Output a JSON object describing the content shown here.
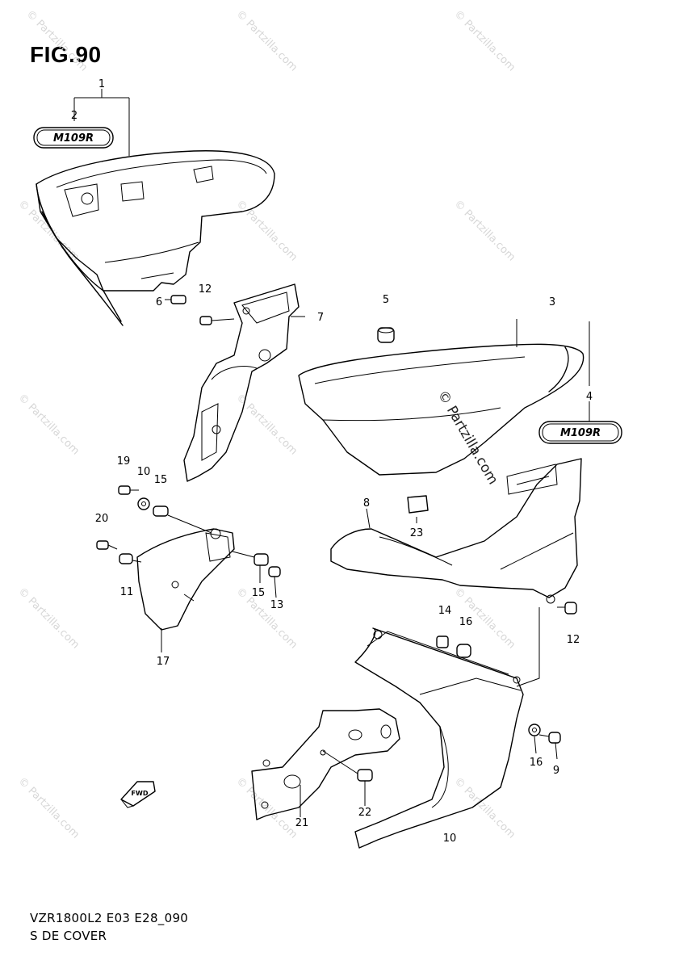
{
  "figure": {
    "title": "FIG.90",
    "footer_code": "VZR1800L2 E03 E28_090",
    "footer_name": "S DE COVER"
  },
  "badge_text": "M109R",
  "fwd_text": "FWD",
  "watermark": {
    "repeat_text": "© Partzilla.com",
    "center_text": "© Partzilla.com"
  },
  "callouts": [
    {
      "id": "c1",
      "text": "1"
    },
    {
      "id": "c2",
      "text": "2"
    },
    {
      "id": "c3",
      "text": "3"
    },
    {
      "id": "c4",
      "text": "4"
    },
    {
      "id": "c5",
      "text": "5"
    },
    {
      "id": "c6",
      "text": "6"
    },
    {
      "id": "c7",
      "text": "7"
    },
    {
      "id": "c8",
      "text": "8"
    },
    {
      "id": "c9",
      "text": "9"
    },
    {
      "id": "c10a",
      "text": "10"
    },
    {
      "id": "c10b",
      "text": "10"
    },
    {
      "id": "c11",
      "text": "11"
    },
    {
      "id": "c12a",
      "text": "12"
    },
    {
      "id": "c12b",
      "text": "12"
    },
    {
      "id": "c13",
      "text": "13"
    },
    {
      "id": "c14",
      "text": "14"
    },
    {
      "id": "c15a",
      "text": "15"
    },
    {
      "id": "c15b",
      "text": "15"
    },
    {
      "id": "c16a",
      "text": "16"
    },
    {
      "id": "c16b",
      "text": "16"
    },
    {
      "id": "c17",
      "text": "17"
    },
    {
      "id": "c19",
      "text": "19"
    },
    {
      "id": "c20",
      "text": "20"
    },
    {
      "id": "c21",
      "text": "21"
    },
    {
      "id": "c22",
      "text": "22"
    },
    {
      "id": "c23",
      "text": "23"
    }
  ]
}
